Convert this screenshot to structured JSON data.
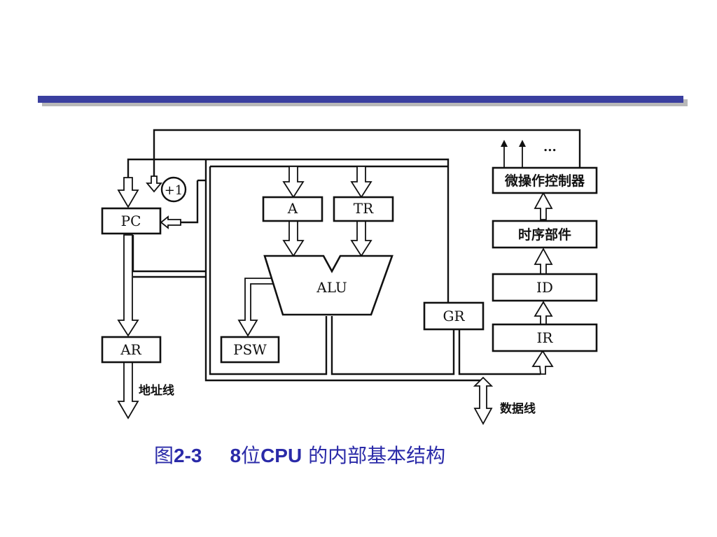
{
  "diagram": {
    "blocks": {
      "pc": "PC",
      "ar": "AR",
      "a": "A",
      "tr": "TR",
      "alu": "ALU",
      "psw": "PSW",
      "gr": "GR",
      "ir": "IR",
      "id": "ID",
      "timing": "时序部件",
      "micro_ctrl": "微操作控制器",
      "incrementer": "+1"
    },
    "labels": {
      "address_bus": "地址线",
      "data_bus": "数据线",
      "control_out": "..."
    }
  },
  "caption": {
    "prefix": "图",
    "number": "2-3",
    "title_lead": "8",
    "title_cn1": "位",
    "title_cpu": "CPU",
    "title_cn2": " 的内部基本结构"
  },
  "colors": {
    "header_bar": "#3a3f9f",
    "header_shadow": "#b8b8b8",
    "caption": "#2a2aa8",
    "line": "#111111"
  }
}
